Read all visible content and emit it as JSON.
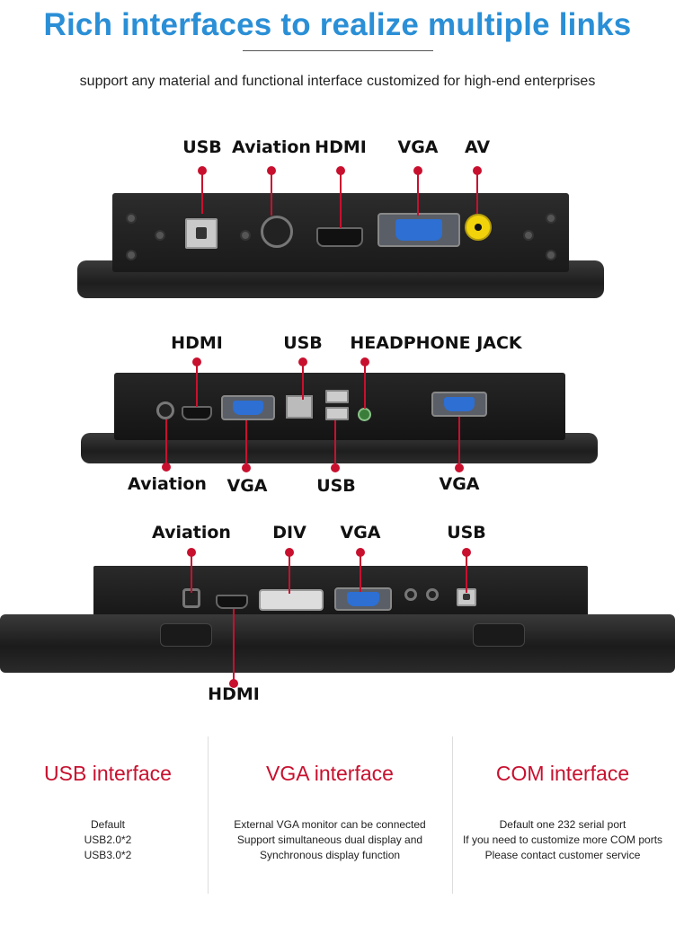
{
  "header": {
    "title": "Rich interfaces to realize multiple links",
    "subtitle": "support any material and functional interface customized for high-end enterprises"
  },
  "panel1": {
    "labels": {
      "usb": "USB",
      "aviation": "Aviation",
      "hdmi": "HDMI",
      "vga": "VGA",
      "av": "AV"
    }
  },
  "panel2": {
    "top_labels": {
      "hdmi": "HDMI",
      "usb": "USB",
      "headphone": "HEADPHONE JACK"
    },
    "bottom_labels": {
      "aviation": "Aviation",
      "vga": "VGA",
      "usb": "USB",
      "vga2": "VGA"
    }
  },
  "panel3": {
    "top_labels": {
      "aviation": "Aviation",
      "div": "DIV",
      "vga": "VGA",
      "usb": "USB"
    },
    "bottom_labels": {
      "hdmi": "HDMI"
    }
  },
  "features": [
    {
      "title": "USB interface",
      "lines": [
        "Default",
        "USB2.0*2",
        "USB3.0*2"
      ]
    },
    {
      "title": "VGA interface",
      "lines": [
        "External VGA monitor can be connected",
        "Support simultaneous dual display and",
        "Synchronous display function"
      ]
    },
    {
      "title": "COM interface",
      "lines": [
        "Default one 232 serial port",
        "If you need to customize more COM ports",
        "Please contact customer service"
      ]
    }
  ],
  "colors": {
    "title_blue": "#2a8fd6",
    "accent_red": "#c8102e"
  }
}
